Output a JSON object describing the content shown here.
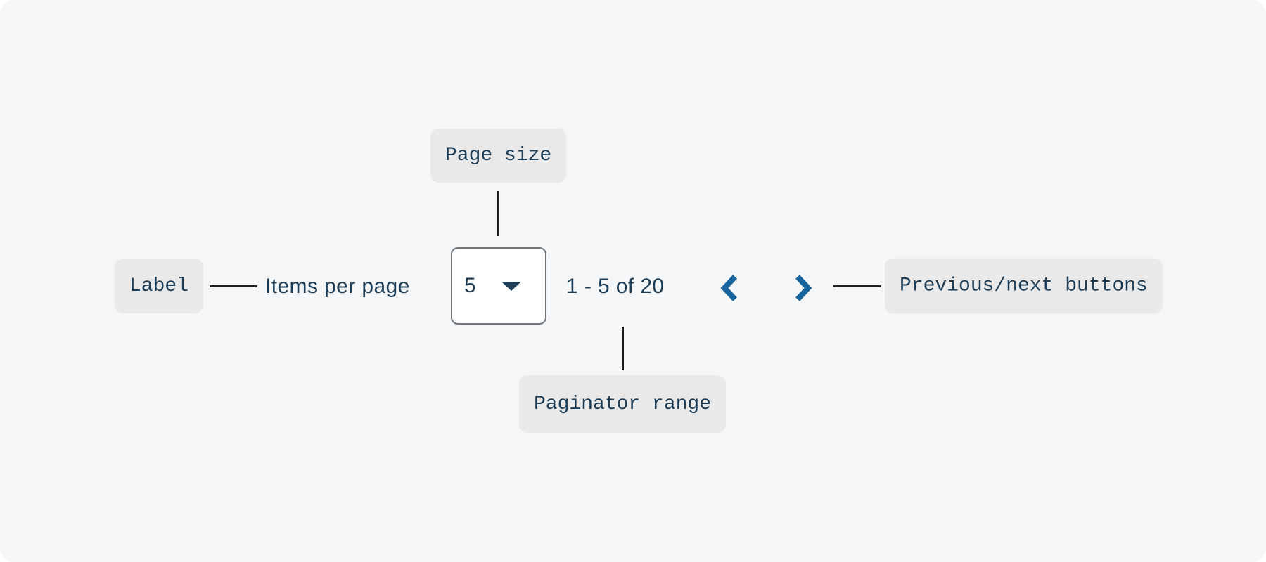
{
  "colors": {
    "page_bg": "#ffffff",
    "card_bg": "#f5f6f8",
    "callout_bg": "#e9e9ea",
    "text_navy": "#1d3d56",
    "chevron_blue": "#16639e",
    "connector_line": "#1c1c1c",
    "select_border": "#70767c",
    "select_bg": "#ffffff"
  },
  "paginator": {
    "items_per_page_label": "Items per page",
    "page_size_value": "5",
    "range_label": "1 - 5 of 20",
    "previous_icon": "chevron-left-icon",
    "next_icon": "chevron-right-icon"
  },
  "callouts": {
    "page_size": "Page size",
    "label": "Label",
    "paginator_range": "Paginator range",
    "prev_next": "Previous/next buttons"
  }
}
